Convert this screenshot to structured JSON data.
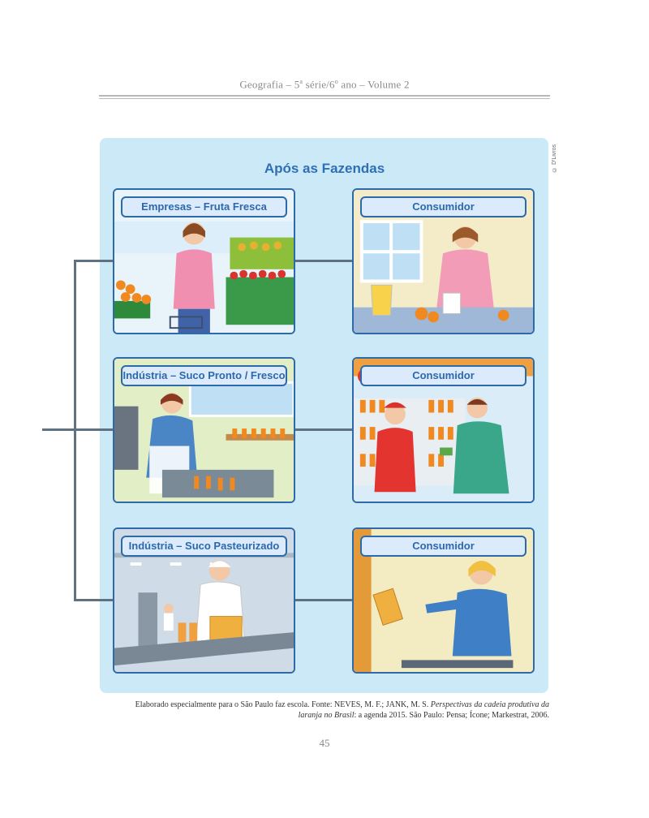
{
  "header": {
    "book_title_part1": "Geografia – 5",
    "sup1": "a",
    "book_title_part2": " série/6",
    "sup2": "o",
    "book_title_part3": " ano – Volume 2"
  },
  "credit": "© D'Livros",
  "diagram": {
    "title": "Após as Fazendas",
    "cards": [
      {
        "label": "Empresas – Fruta Fresca"
      },
      {
        "label": "Consumidor"
      },
      {
        "label": "Indústria – Suco Pronto / Fresco"
      },
      {
        "label": "Consumidor"
      },
      {
        "label": "Indústria – Suco Pasteurizado"
      },
      {
        "label": "Consumidor"
      }
    ]
  },
  "source": {
    "line1_text": "Elaborado especialmente para o São Paulo faz escola. Fonte: NEVES, M. F.; JANK, M. S. ",
    "line1_italic": "Perspectivas da cadeia produtiva da",
    "line2_italic": "laranja no Brasil",
    "line2_text": ": a agenda 2015. São Paulo: Pensa; Ícone; Markestrat, 2006."
  },
  "page_number": "45"
}
